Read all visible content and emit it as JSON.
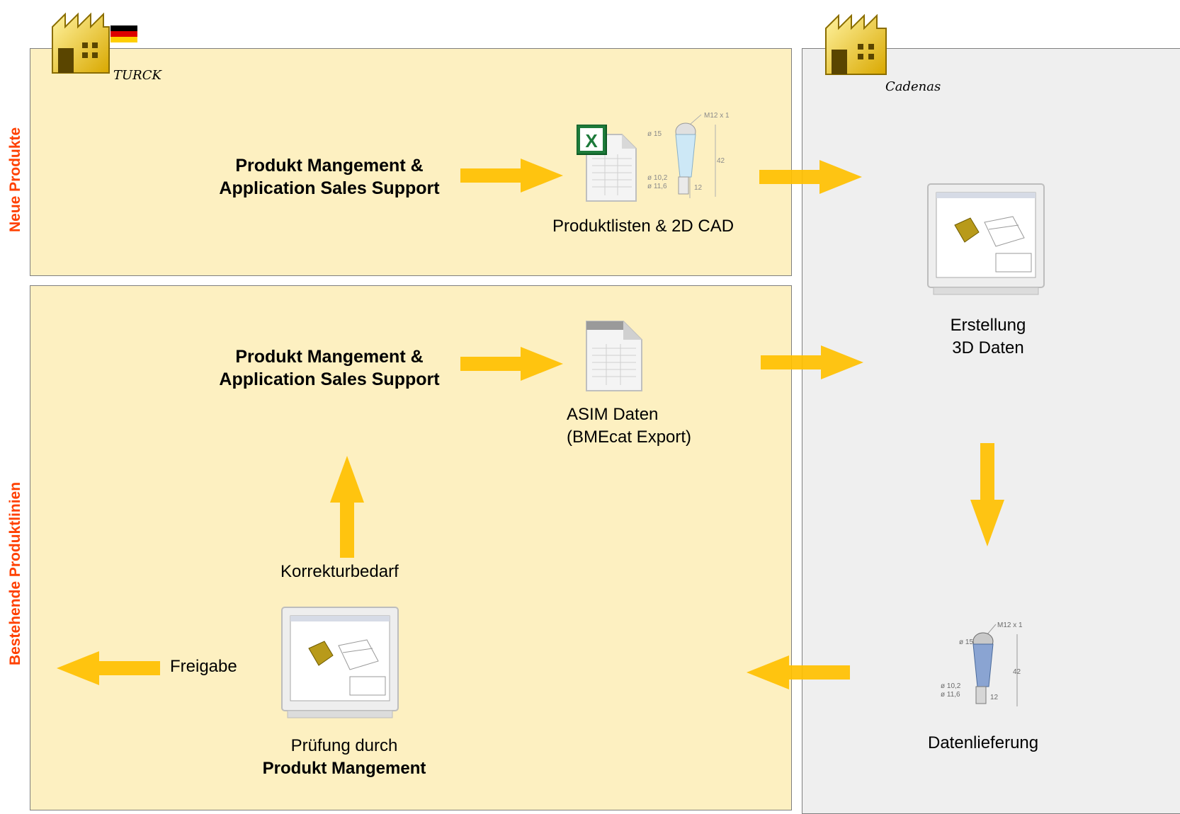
{
  "company_left": "TURCK",
  "company_right": "Cadenas",
  "lanes": {
    "new": "Neue Produkte",
    "existing": "Bestehende Produktlinien"
  },
  "nodes": {
    "pm_top_line1": "Produkt Mangement &",
    "pm_top_line2": "Application Sales Support",
    "pm_mid_line1": "Produkt Mangement &",
    "pm_mid_line2": "Application Sales Support",
    "produktlisten": "Produktlisten & 2D CAD",
    "asim_line1": "ASIM Daten",
    "asim_line2": "(BMEcat Export)",
    "erstellung_line1": "Erstellung",
    "erstellung_line2": "3D Daten",
    "korrektur": "Korrekturbedarf",
    "freigabe": "Freigabe",
    "pruefung_line1": "Prüfung durch",
    "pruefung_line2": "Produkt Mangement",
    "datenlieferung": "Datenlieferung"
  },
  "drawing_labels": {
    "thread": "M12 x 1",
    "d15": "ø 15",
    "d102": "ø 10,2",
    "d116": "ø 11,6",
    "len42": "42",
    "len12": "12"
  },
  "colors": {
    "turck_panel": "#fdf0c1",
    "cadenas_panel": "#efefef",
    "arrow": "#ffc000",
    "lane_label": "#ff4000"
  }
}
